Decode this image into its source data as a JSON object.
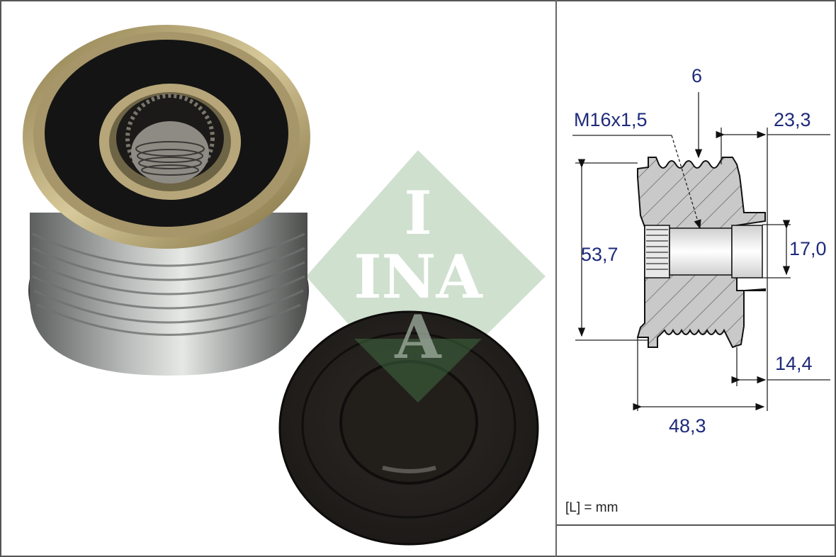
{
  "product": {
    "brand_logo": "INA",
    "brand_logo_letters": [
      "I",
      "INA",
      "A"
    ],
    "photo_subject": "alternator-overrunning-pulley",
    "accessory": "protective-cap"
  },
  "drawing": {
    "dimensions": {
      "ribs": "6",
      "thread": "M16x1,5",
      "length_upper": "23,3",
      "outer_diameter": "53,7",
      "bore_diameter": "17,0",
      "length_lower": "14,4",
      "total_length": "48,3"
    },
    "units_note": "[L] = mm"
  },
  "colors": {
    "dimension_text": "#1e2a7a",
    "logo_green": "#cfe0cf",
    "frame": "#555555"
  }
}
